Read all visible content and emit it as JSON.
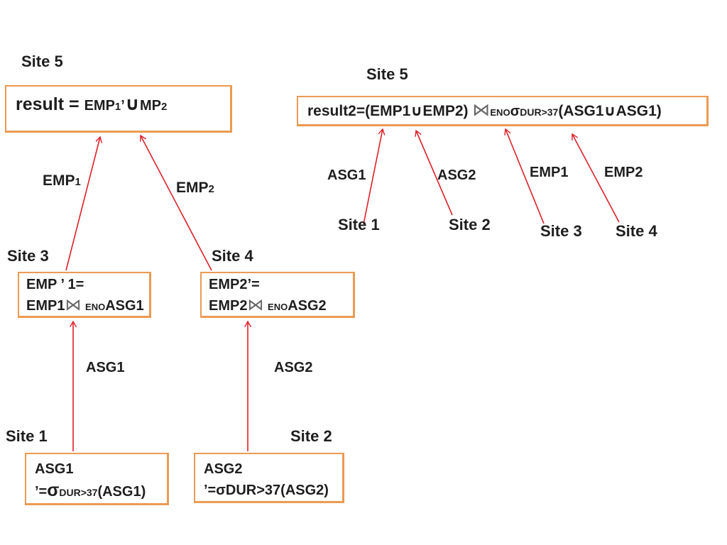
{
  "colors": {
    "box_border": "#EC9A52",
    "arrow_red": "#DD2028",
    "join_gray": "#666666",
    "text": "#1E1E1E",
    "slide_bg": "#FFFFFF"
  },
  "left_plan": {
    "site5_label": "Site 5",
    "result_box": {
      "prefix": "result = ",
      "emp": "EMP",
      "sub1": "1",
      "apostrophe": "’",
      "union": "∪",
      "mp": "MP",
      "sub2": "2"
    },
    "emp1_edge": {
      "base": "EMP",
      "sub": "1"
    },
    "emp2_edge": {
      "base": "EMP",
      "sub": "2"
    },
    "site3": {
      "label": "Site 3",
      "line1": "EMP ’ 1=",
      "line2_left": "EMP1",
      "join": "⋈",
      "join_sub": "ENO",
      "line2_right": "ASG1"
    },
    "site4": {
      "label": "Site 4",
      "line1": "EMP2’=",
      "line2_left": "EMP2",
      "join": "⋈",
      "join_sub": "ENO",
      "line2_right": "ASG2"
    },
    "asg1_edge_label": "ASG1",
    "asg2_edge_label": "ASG2",
    "site1": {
      "label": "Site 1",
      "line1": "ASG1",
      "line2_prefix": "’=",
      "sigma": "σ",
      "sigma_sub": "DUR>37",
      "line2_suffix": "(ASG1)"
    },
    "site2": {
      "label": "Site 2",
      "line1": "ASG2",
      "line2": "’=σDUR>37(ASG2)"
    }
  },
  "right_plan": {
    "site5_label": "Site 5",
    "result_box": {
      "left_part": "result2=(EMP1∪EMP2)",
      "join": "⋈",
      "join_sub": "ENO",
      "sigma": "σ",
      "sigma_sub": "DUR>37",
      "right_part": "(ASG1∪ASG1)"
    },
    "edges": [
      {
        "label": "ASG1",
        "site": "Site 1"
      },
      {
        "label": "ASG2",
        "site": "Site 2"
      },
      {
        "label": "EMP1",
        "site": "Site 3"
      },
      {
        "label": "EMP2",
        "site": "Site 4"
      }
    ]
  }
}
